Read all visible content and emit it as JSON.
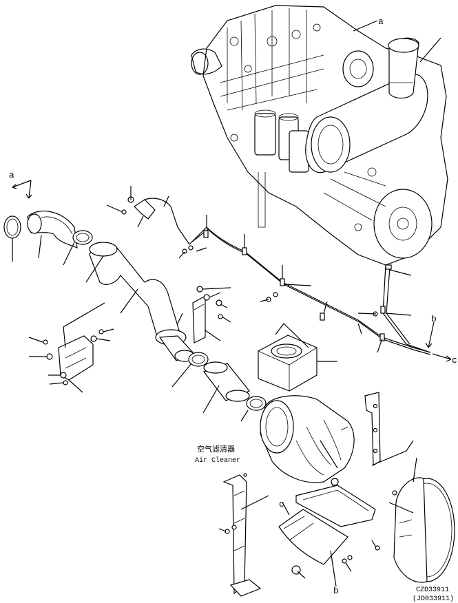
{
  "callouts": {
    "a_top": "a",
    "a_left": "a",
    "b_right": "b",
    "b_bottom": "b",
    "c_right": "c",
    "c_panel": "c"
  },
  "caption": {
    "zh": "空气滤清器",
    "en": "Air Cleaner"
  },
  "drawing_codes": {
    "primary": "CZD33911",
    "secondary": "(JD033911)"
  }
}
